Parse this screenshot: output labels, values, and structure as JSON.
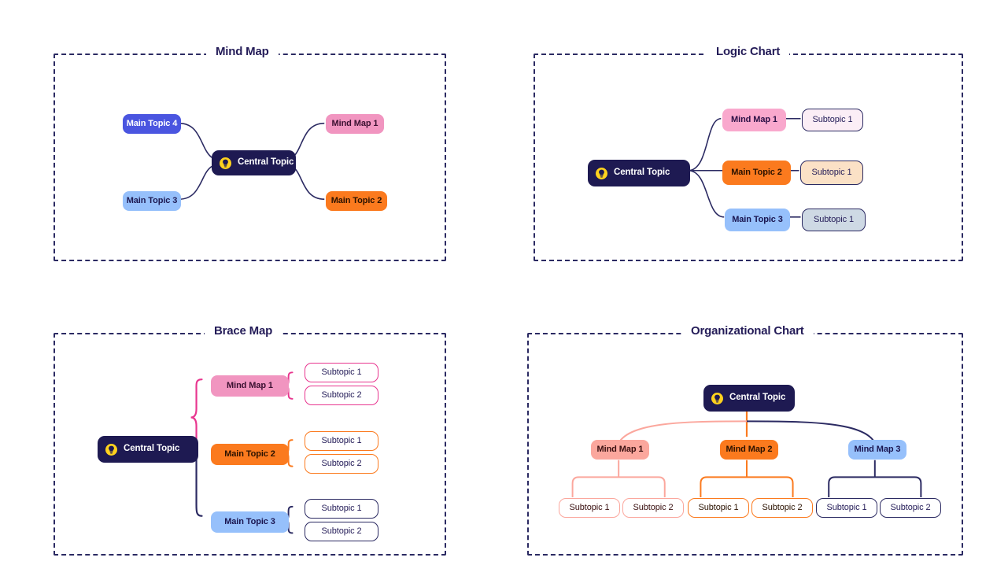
{
  "meta": {
    "background": "#ffffff",
    "panel_border_color": "#2b2a62",
    "title_color": "#241c58"
  },
  "palette": {
    "navy": "#1e1a52",
    "navy_line": "#2b2a62",
    "indigo": "#4a55e0",
    "pink": "#f195c0",
    "pink_strong": "#e8368f",
    "orange": "#fb7a1e",
    "blue_light": "#96c0fb",
    "salmon": "#fba79d",
    "subtopic_pink_bg": "#fbeef6",
    "subtopic_peach_bg": "#fbe1c6",
    "subtopic_grey_bg": "#ced9e4",
    "white": "#ffffff"
  },
  "panels": [
    {
      "id": "mind-map",
      "title": "Mind Map",
      "nodes": [
        {
          "id": "mm-central",
          "label": "Central Topic",
          "icon": "lightbulb-icon"
        },
        {
          "id": "mm-topic4",
          "label": "Main Topic 4"
        },
        {
          "id": "mm-topic3",
          "label": "Main Topic 3"
        },
        {
          "id": "mm-mindmap1",
          "label": "Mind Map 1"
        },
        {
          "id": "mm-topic2",
          "label": "Main Topic 2"
        }
      ]
    },
    {
      "id": "logic-chart",
      "title": "Logic Chart",
      "nodes": [
        {
          "id": "lc-central",
          "label": "Central Topic",
          "icon": "lightbulb-icon"
        },
        {
          "id": "lc-mindmap1",
          "label": "Mind Map 1"
        },
        {
          "id": "lc-sub1",
          "label": "Subtopic 1"
        },
        {
          "id": "lc-topic2",
          "label": "Main Topic 2"
        },
        {
          "id": "lc-sub2",
          "label": "Subtopic 1"
        },
        {
          "id": "lc-topic3",
          "label": "Main Topic 3"
        },
        {
          "id": "lc-sub3",
          "label": "Subtopic 1"
        }
      ]
    },
    {
      "id": "brace-map",
      "title": "Brace Map",
      "nodes": [
        {
          "id": "bm-central",
          "label": "Central Topic",
          "icon": "lightbulb-icon"
        },
        {
          "id": "bm-mindmap1",
          "label": "Mind Map 1"
        },
        {
          "id": "bm-mm1-s1",
          "label": "Subtopic 1"
        },
        {
          "id": "bm-mm1-s2",
          "label": "Subtopic 2"
        },
        {
          "id": "bm-topic2",
          "label": "Main Topic  2"
        },
        {
          "id": "bm-mt2-s1",
          "label": "Subtopic 1"
        },
        {
          "id": "bm-mt2-s2",
          "label": "Subtopic 2"
        },
        {
          "id": "bm-topic3",
          "label": "Main Topic  3"
        },
        {
          "id": "bm-mt3-s1",
          "label": "Subtopic 1"
        },
        {
          "id": "bm-mt3-s2",
          "label": "Subtopic 2"
        }
      ]
    },
    {
      "id": "org-chart",
      "title": "Organizational Chart",
      "nodes": [
        {
          "id": "oc-central",
          "label": "Central Topic",
          "icon": "lightbulb-icon"
        },
        {
          "id": "oc-mm1",
          "label": "Mind Map 1"
        },
        {
          "id": "oc-mm1-s1",
          "label": "Subtopic 1"
        },
        {
          "id": "oc-mm1-s2",
          "label": "Subtopic 2"
        },
        {
          "id": "oc-mm2",
          "label": "Mind Map 2"
        },
        {
          "id": "oc-mm2-s1",
          "label": "Subtopic 1"
        },
        {
          "id": "oc-mm2-s2",
          "label": "Subtopic 2"
        },
        {
          "id": "oc-mm3",
          "label": "Mind Map 3"
        },
        {
          "id": "oc-mm3-s1",
          "label": "Subtopic 1"
        },
        {
          "id": "oc-mm3-s2",
          "label": "Subtopic 2"
        }
      ]
    }
  ]
}
